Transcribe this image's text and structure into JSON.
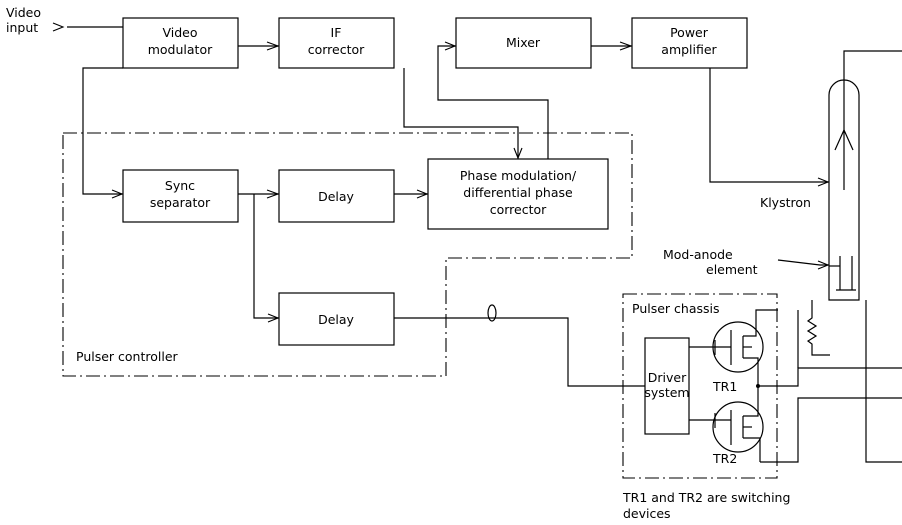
{
  "labels": {
    "video_input_1": "Video",
    "video_input_2": "input",
    "video_modulator_1": "Video",
    "video_modulator_2": "modulator",
    "if_corrector_1": "IF",
    "if_corrector_2": "corrector",
    "mixer": "Mixer",
    "power_amplifier_1": "Power",
    "power_amplifier_2": "amplifier",
    "sync_separator_1": "Sync",
    "sync_separator_2": "separator",
    "delay_upper": "Delay",
    "phase_mod_1": "Phase modulation/",
    "phase_mod_2": "differential phase",
    "phase_mod_3": "corrector",
    "delay_lower": "Delay",
    "pulser_controller": "Pulser controller",
    "klystron": "Klystron",
    "mod_anode_1": "Mod-anode",
    "mod_anode_2": "element",
    "pulser_chassis": "Pulser chassis",
    "driver_system_1": "Driver",
    "driver_system_2": "system",
    "tr1": "TR1",
    "tr2": "TR2",
    "note_1": "TR1  and  TR2  are  switching",
    "note_2": "devices"
  }
}
